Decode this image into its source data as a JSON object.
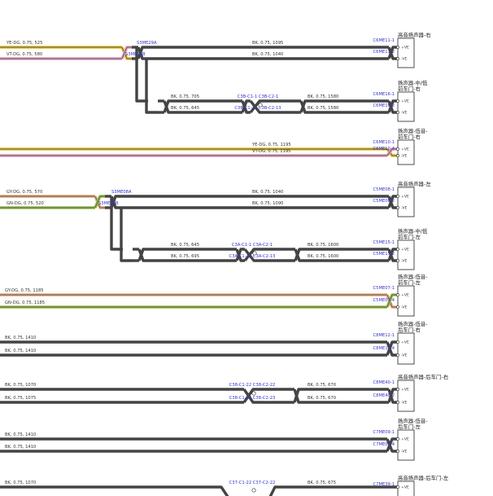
{
  "colors": {
    "BK": "#444444",
    "YE": "#e8c020",
    "VT": "#e89cc0",
    "GY": "#e8a878",
    "GN": "#98c040",
    "DG": "#5a5a5a",
    "label": "#3333cc"
  },
  "pin_labels": {
    "plus": "+VE",
    "minus": "-VE"
  },
  "groups": [
    {
      "left": [
        {
          "label": "YE-DG, 0.75, 525",
          "color": "YE",
          "stripe": "DG"
        },
        {
          "label": "VT-DG, 0.75, 580",
          "color": "VT",
          "stripe": "DG"
        }
      ],
      "splices": [
        "S3ME29A",
        "S3ME29B"
      ],
      "main": [
        {
          "label": "BK, 0.75, 1095"
        },
        {
          "label": "BK, 0.75, 1040"
        }
      ],
      "connector": [
        "C6ME11-1",
        "C6ME11-2"
      ],
      "component": [
        "高音扬声器-右"
      ],
      "branch": {
        "seg1": [
          {
            "label": "BK, 0.75, 705"
          },
          {
            "label": "BK, 0.75, 645"
          }
        ],
        "inline": [
          [
            "C3B-C1-1",
            "C3B-C2-1"
          ],
          [
            "C3B-C1-13",
            "C3B-C2-13"
          ]
        ],
        "seg2": [
          {
            "label": "BK, 0.75, 1580"
          },
          {
            "label": "BK, 0.75, 1580"
          }
        ],
        "connector": [
          "C6ME16-1",
          "C6ME16-2"
        ],
        "component": [
          "扬声器-中/低",
          "前车门-右"
        ]
      }
    },
    {
      "full": true,
      "left": [
        {
          "color": "VT",
          "stripe": "DG"
        },
        {
          "color": "YE",
          "stripe": "DG"
        }
      ],
      "main": [
        {
          "label": "YE-DG, 0.75, 1195",
          "color": "YE",
          "stripe": "DG"
        },
        {
          "label": "VT-DG, 0.75, 1195",
          "color": "VT",
          "stripe": "DG"
        }
      ],
      "connector": [
        "C6ME10-1",
        "C6ME10-4"
      ],
      "component": [
        "扬声器-低音-",
        "前车门-右"
      ]
    },
    {
      "left": [
        {
          "label": "GY-DG, 0.75, 570",
          "color": "GY",
          "stripe": "DG"
        },
        {
          "label": "GN-DG, 0.75, 520",
          "color": "GN",
          "stripe": "DG"
        }
      ],
      "splices": [
        "S3ME08A",
        "S3ME08B"
      ],
      "main": [
        {
          "label": "BK, 0.75, 1040"
        },
        {
          "label": "BK, 0.75, 1090"
        }
      ],
      "connector": [
        "C5ME08-1",
        "C5ME08-2"
      ],
      "component": [
        "高音扬声器-左"
      ],
      "branch": {
        "seg1": [
          {
            "label": "BK, 0.75, 645"
          },
          {
            "label": "BK, 0.75, 695"
          }
        ],
        "inline": [
          [
            "C3A-C1-1",
            "C3A-C2-1"
          ],
          [
            "C3A-C1-13",
            "C3A-C2-13"
          ]
        ],
        "seg2": [
          {
            "label": "BK, 0.75, 1600"
          },
          {
            "label": "BK, 0.75, 1600"
          }
        ],
        "connector": [
          "C5ME15-1",
          "C5ME15-2"
        ],
        "component": [
          "扬声器-中/低",
          "前车门-左"
        ]
      }
    },
    {
      "full": true,
      "main": [
        {
          "label": "GY-DG, 0.75, 1185",
          "color": "GY",
          "stripe": "DG"
        },
        {
          "label": "GN-DG, 0.75, 1185",
          "color": "GN",
          "stripe": "DG"
        }
      ],
      "connector": [
        "C5ME07-1",
        "C5ME07-4"
      ],
      "component": [
        "扬声器-低音-",
        "前车门-左"
      ]
    },
    {
      "full": true,
      "main": [
        {
          "label": "BK, 0.75, 1410"
        },
        {
          "label": "BK, 0.75, 1410"
        }
      ],
      "connector": [
        "C8ME12-1",
        "C8ME12-4"
      ],
      "component": [
        "扬声器-低音-",
        "后车门-右"
      ]
    },
    {
      "segmented": true,
      "seg1": [
        {
          "label": "BK, 0.75, 1070"
        },
        {
          "label": "BK, 0.75, 1075"
        }
      ],
      "inline": [
        [
          "C38-C1-22",
          "C38-C2-22"
        ],
        [
          "C38-C1-23",
          "C38-C2-23"
        ]
      ],
      "seg2": [
        {
          "label": "BK, 0.75, 670"
        },
        {
          "label": "BK, 0.75, 670"
        }
      ],
      "connector": [
        "C8ME40-1",
        "C8ME40-2"
      ],
      "component": [
        "高音扬声器-后车门-右"
      ]
    },
    {
      "full": true,
      "main": [
        {
          "label": "BK, 0.75, 1410"
        },
        {
          "label": "BK, 0.75, 1410"
        }
      ],
      "connector": [
        "C7ME09-1",
        "C7ME09-4"
      ],
      "component": [
        "扬声器-低音-",
        "后车门-左"
      ]
    },
    {
      "segmented": true,
      "cut": true,
      "seg1": [
        {
          "label": "BK, 0.75, 1070"
        }
      ],
      "inline": [
        [
          "C37-C1-22",
          "C37-C2-22"
        ]
      ],
      "seg2": [
        {
          "label": "BK, 0.75, 675"
        }
      ],
      "connector": [
        "C7ME39-1"
      ],
      "component": [
        "高音扬声器-后车门-左"
      ]
    }
  ]
}
